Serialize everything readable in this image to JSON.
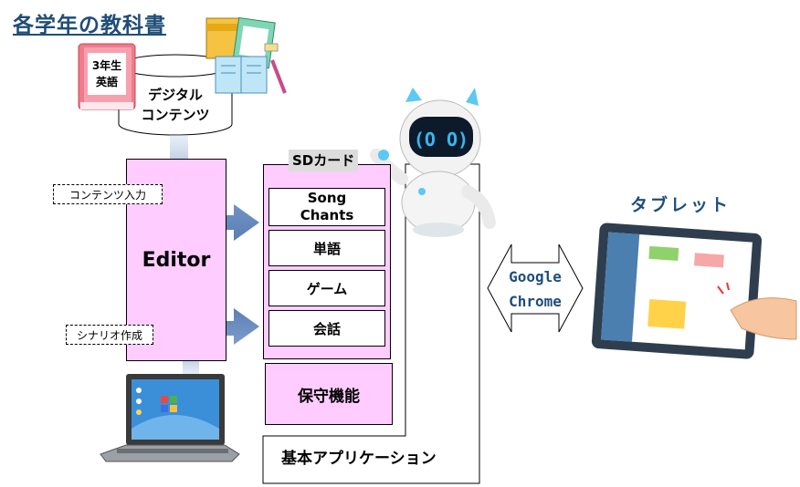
{
  "title": "各学年の教科書",
  "textbook": {
    "label_line1": "3年生",
    "label_line2": "英語"
  },
  "digital_content": {
    "line1": "デジタル",
    "line2": "コンテンツ"
  },
  "inputs": {
    "content_input": "コンテンツ入力",
    "scenario_create": "シナリオ作成"
  },
  "editor": {
    "label": "Editor"
  },
  "sd_card": {
    "label": "SDカード",
    "items": [
      "Song\nChants",
      "単語",
      "ゲーム",
      "会話"
    ]
  },
  "maintenance": {
    "label": "保守機能"
  },
  "base_app": {
    "label": "基本アプリケーション"
  },
  "browser": {
    "line1": "Google",
    "line2": "Chrome"
  },
  "tablet": {
    "label": "タブレット"
  },
  "colors": {
    "title": "#1f4e79",
    "pink": "#ffccff",
    "arrow": "#5b7fb5",
    "robot_ear": "#5bc8f5"
  }
}
